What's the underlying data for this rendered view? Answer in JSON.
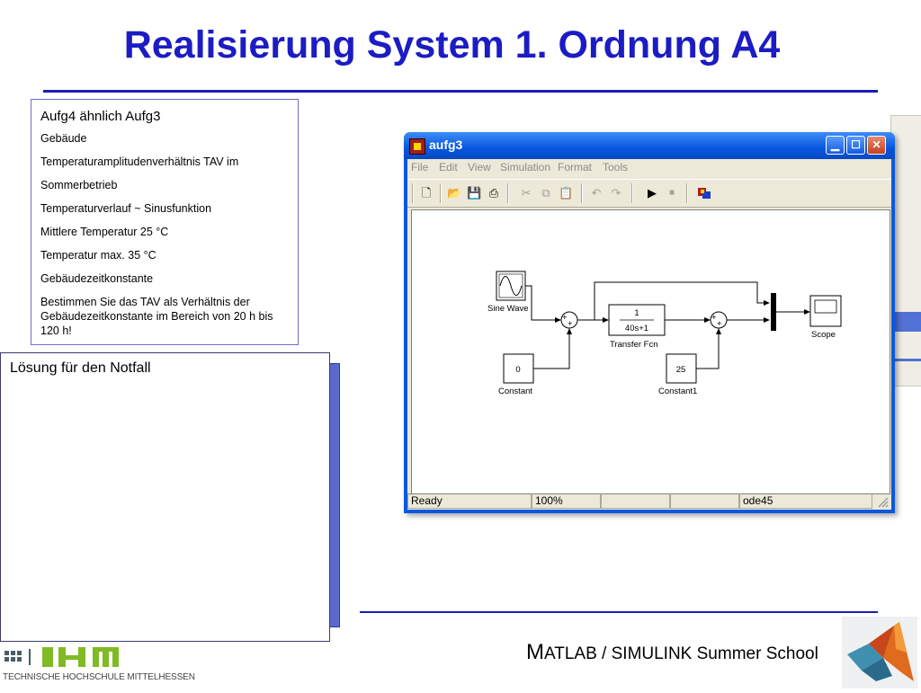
{
  "slide": {
    "title": "Realisierung System 1. Ordnung A4"
  },
  "task_box": {
    "heading": "Aufg4 ähnlich Aufg3",
    "lines": [
      "Gebäude",
      "Temperaturamplitudenverhältnis TAV im",
      "Sommerbetrieb",
      "Temperaturverlauf ~ Sinusfunktion",
      "Mittlere Temperatur 25 °C",
      "Temperatur max. 35 °C",
      "Gebäudezeitkonstante",
      "Bestimmen Sie das TAV als Verhältnis der Gebäudezeitkonstante im Bereich von 20 h bis 120 h!"
    ]
  },
  "solution_box": {
    "label": "Lösung für den Notfall"
  },
  "simulink_window": {
    "title": "aufg3",
    "menu": [
      "File",
      "Edit",
      "View",
      "Simulation",
      "Format",
      "Tools"
    ],
    "toolbar_icons": [
      "new-icon",
      "open-icon",
      "save-icon",
      "print-icon",
      "cut-icon",
      "copy-icon",
      "paste-icon",
      "undo-icon",
      "redo-icon",
      "start-simulation-icon",
      "stop-simulation-icon",
      "library-browser-icon"
    ],
    "status": {
      "state": "Ready",
      "zoom": "100%",
      "field3": "",
      "field4": "",
      "solver": "ode45"
    },
    "blocks": {
      "sine_wave": "Sine Wave",
      "transfer_fcn_num": "1",
      "transfer_fcn_den": "40s+1",
      "transfer_fcn": "Transfer Fcn",
      "constant_value": "0",
      "constant": "Constant",
      "constant1_value": "25",
      "constant1": "Constant1",
      "scope": "Scope",
      "sum1_signs": [
        "+",
        "+"
      ],
      "sum2_signs": [
        "+",
        "+"
      ]
    }
  },
  "footer": {
    "course_first_letter": "M",
    "course_rest": "ATLAB / SIMULINK Summer School",
    "university": "TECHNISCHE HOCHSCHULE MITTELHESSEN"
  },
  "colors": {
    "title_blue": "#1c1cc4",
    "rule_blue": "#1c1cb8",
    "xp_titlebar": "#0756dd",
    "thm_green": "#80ba24",
    "thm_gray": "#4a5c66"
  }
}
